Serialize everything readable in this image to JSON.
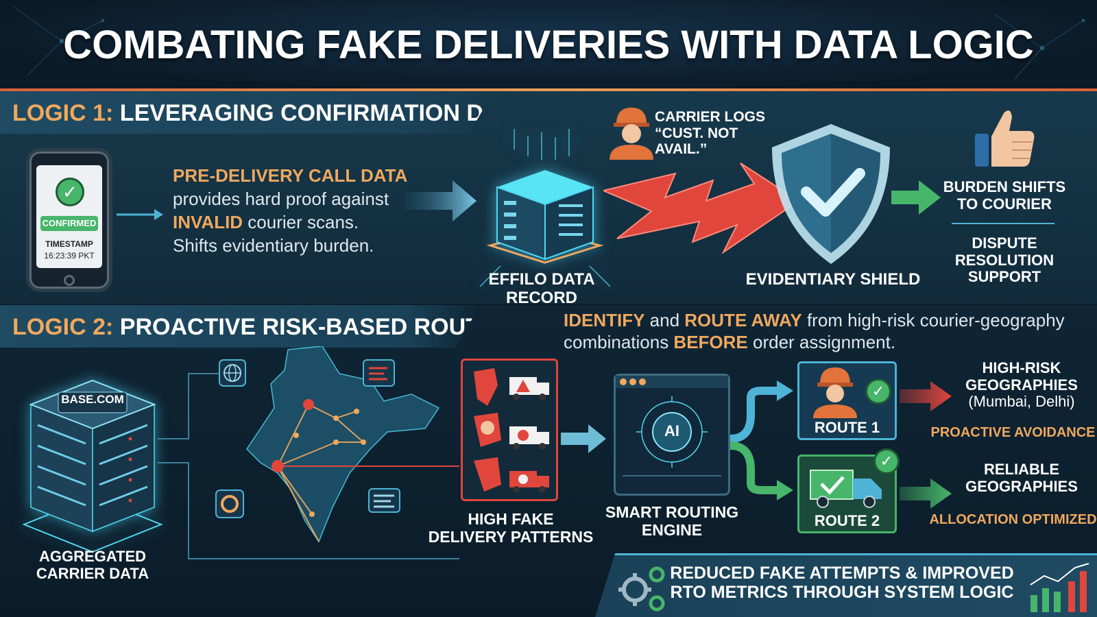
{
  "title": "COMBATING FAKE DELIVERIES WITH DATA LOGIC",
  "logic1": {
    "num": "LOGIC 1:",
    "title": "LEVERAGING CONFIRMATION DATA",
    "phone": {
      "status": "CONFIRMED",
      "timestamp_label": "TIMESTAMP",
      "timestamp": "16:23:39 PKT"
    },
    "desc": {
      "heading": "PRE-DELIVERY CALL DATA",
      "line1": "provides hard proof against",
      "emph": "INVALID",
      "line2_rest": " courier scans.",
      "line3": "Shifts evidentiary burden."
    },
    "record_label": "EFFILO DATA RECORD",
    "carrier_line1": "CARRIER LOGS",
    "carrier_line2": "“CUST. NOT AVAIL.”",
    "shield_label": "EVIDENTIARY SHIELD",
    "result_line1": "BURDEN SHIFTS",
    "result_line2": "TO COURIER",
    "dispute_line1": "DISPUTE",
    "dispute_line2": "RESOLUTION",
    "dispute_line3": "SUPPORT"
  },
  "logic2": {
    "num": "LOGIC 2:",
    "title": "PROACTIVE RISK-BASED ROUTING",
    "desc": {
      "w1": "IDENTIFY",
      "t1": " and ",
      "w2": "ROUTE AWAY",
      "t2": " from high-risk courier-geography",
      "t3": "combinations ",
      "w3": "BEFORE",
      "t4": " order assignment."
    },
    "server_badge": "BASE.COM",
    "agg_line1": "AGGREGATED",
    "agg_line2": "CARRIER DATA",
    "patterns_line1": "HIGH FAKE",
    "patterns_line2": "DELIVERY PATTERNS",
    "engine_chip": "AI",
    "engine_line1": "SMART ROUTING",
    "engine_line2": "ENGINE",
    "route1": "ROUTE 1",
    "route2": "ROUTE 2",
    "high_risk_line1": "HIGH-RISK",
    "high_risk_line2": "GEOGRAPHIES",
    "high_risk_line3": "(Mumbai, Delhi)",
    "high_risk_tag": "PROACTIVE AVOIDANCE",
    "reliable_line1": "RELIABLE",
    "reliable_line2": "GEOGRAPHIES",
    "reliable_tag": "ALLOCATION OPTIMIZED",
    "footer_line1": "REDUCED FAKE ATTEMPTS & IMPROVED",
    "footer_line2": "RTO METRICS THROUGH SYSTEM LOGIC"
  },
  "colors": {
    "accent_orange": "#f0a85e",
    "green": "#47b56a",
    "red": "#e0463c",
    "cyan": "#4fd8f0"
  }
}
